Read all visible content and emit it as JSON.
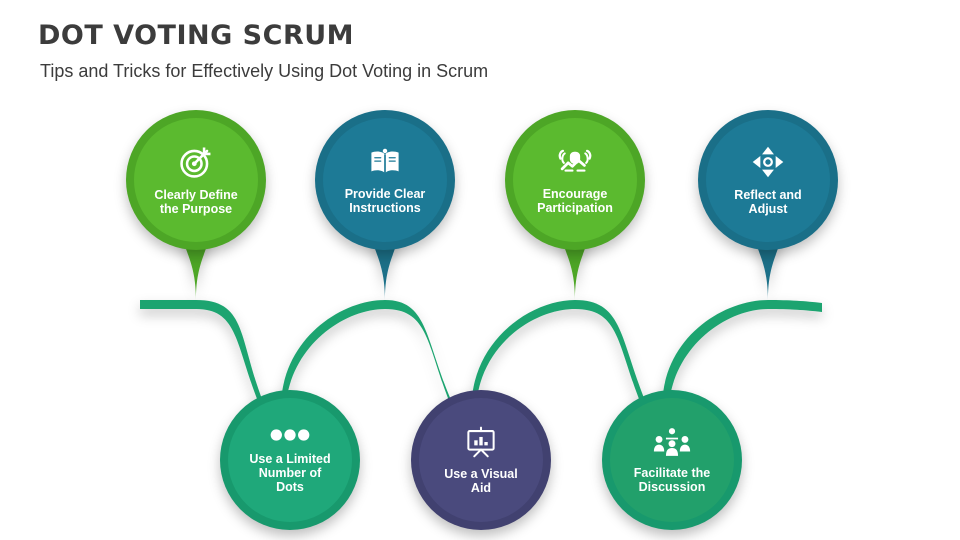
{
  "header": {
    "title": "DOT VOTING SCRUM",
    "subtitle": "Tips and Tricks for Effectively Using Dot Voting in Scrum"
  },
  "colors": {
    "green": "#5bba2f",
    "green_ring": "#4da626",
    "teal_blue": "#1d7a96",
    "teal_blue_ring": "#1a6f88",
    "emerald": "#1fa87a",
    "emerald_ring": "#18996d",
    "purple": "#4a4a7d",
    "purple_ring": "#414170",
    "green_teal": "#22a06b",
    "title_text": "#3c3c3c",
    "label_text": "#ffffff"
  },
  "nodes": [
    {
      "id": "clearly-define-the-purpose",
      "label": "Clearly Define\nthe Purpose",
      "icon": "target-icon",
      "color": "#5bba2f",
      "ring": "#4da626",
      "row": "top"
    },
    {
      "id": "provide-clear-instructions",
      "label": "Provide Clear\nInstructions",
      "icon": "open-book-icon",
      "color": "#1d7a96",
      "ring": "#1a6f88",
      "row": "top"
    },
    {
      "id": "encourage-participation",
      "label": "Encourage\nParticipation",
      "icon": "handshake-icon",
      "color": "#5bba2f",
      "ring": "#4da626",
      "row": "top"
    },
    {
      "id": "reflect-and-adjust",
      "label": "Reflect and\nAdjust",
      "icon": "resize-arrows-icon",
      "color": "#1d7a96",
      "ring": "#1a6f88",
      "row": "top"
    },
    {
      "id": "use-a-limited-number-of-dots",
      "label": "Use a Limited\nNumber of\nDots",
      "icon": "three-dots-icon",
      "color": "#1fa87a",
      "ring": "#18996d",
      "row": "bottom"
    },
    {
      "id": "use-a-visual-aid",
      "label": "Use a Visual\nAid",
      "icon": "presentation-chart-icon",
      "color": "#4a4a7d",
      "ring": "#414170",
      "row": "bottom"
    },
    {
      "id": "facilitate-the-discussion",
      "label": "Facilitate the\nDiscussion",
      "icon": "meeting-people-icon",
      "color": "#22a06b",
      "ring": "#18996d",
      "row": "bottom"
    }
  ]
}
